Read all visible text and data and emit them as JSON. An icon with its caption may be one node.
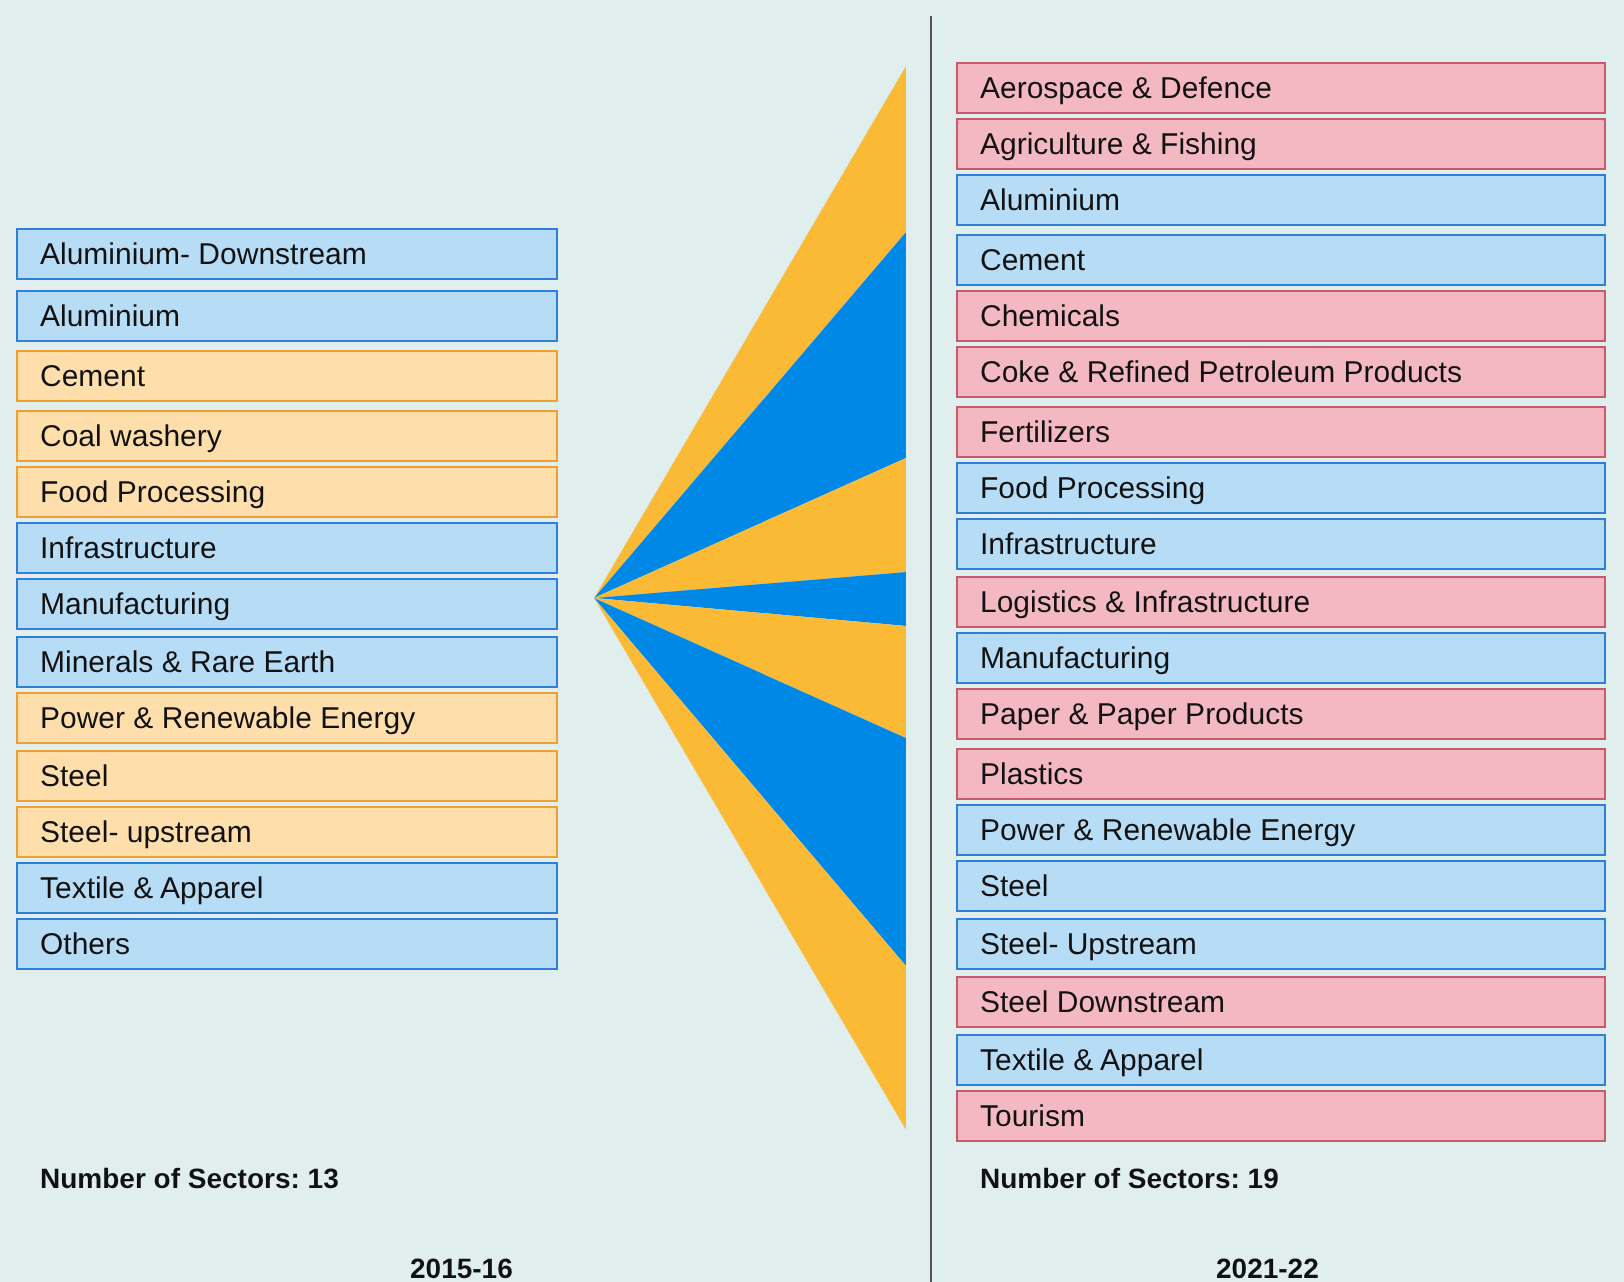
{
  "diagram": {
    "nodes": [
      {
        "text": [
          "Aluminium- Downstream"
        ]
      },
      {
        "text": [
          "Aluminium"
        ]
      },
      {
        "text": [
          "Cement"
        ]
      },
      {
        "text": [
          "Coal washery"
        ]
      },
      {
        "text": [
          "Food Processing"
        ]
      },
      {
        "text": [
          "Infrastructure"
        ]
      },
      {
        "text": [
          "Manufacturing"
        ]
      },
      {
        "text": [
          "Minerals & Rare Earth"
        ]
      },
      {
        "text": [
          "Power & Renewable Energy"
        ]
      },
      {
        "text": [
          "Steel"
        ]
      },
      {
        "text": [
          "Steel- upstream"
        ]
      },
      {
        "text": [
          "Textile & Apparel"
        ]
      },
      {
        "text": [
          "Others"
        ]
      },
      {
        "text": [
          "Aerospace & Defence"
        ]
      },
      {
        "text": [
          "Agriculture & Fishing"
        ]
      },
      {
        "text": [
          "Aluminium"
        ]
      },
      {
        "text": [
          "Cement"
        ]
      },
      {
        "text": [
          "Chemicals"
        ]
      },
      {
        "text": [
          "Coke & Refined Petroleum Products"
        ]
      },
      {
        "text": [
          "Fertilizers"
        ]
      },
      {
        "text": [
          "Food Processing"
        ]
      },
      {
        "text": [
          "Infrastructure"
        ]
      },
      {
        "text": [
          "Logistics & Infrastructure"
        ]
      },
      {
        "text": [
          "Manufacturing"
        ]
      },
      {
        "text": [
          "Paper & Paper Products"
        ]
      },
      {
        "text": [
          "Plastics"
        ]
      },
      {
        "text": [
          "Power & Renewable Energy"
        ]
      },
      {
        "text": [
          "Steel"
        ]
      },
      {
        "text": [
          "Steel- Upstream"
        ]
      },
      {
        "text": [
          "Steel Downstream"
        ]
      },
      {
        "text": [
          "Textile & Apparel"
        ]
      },
      {
        "text": [
          "Tourism"
        ]
      }
    ],
    "labels": [
      "Number of Sectors: 13",
      "Number of Sectors: 19",
      "2015-16",
      "2021-22"
    ]
  }
}
